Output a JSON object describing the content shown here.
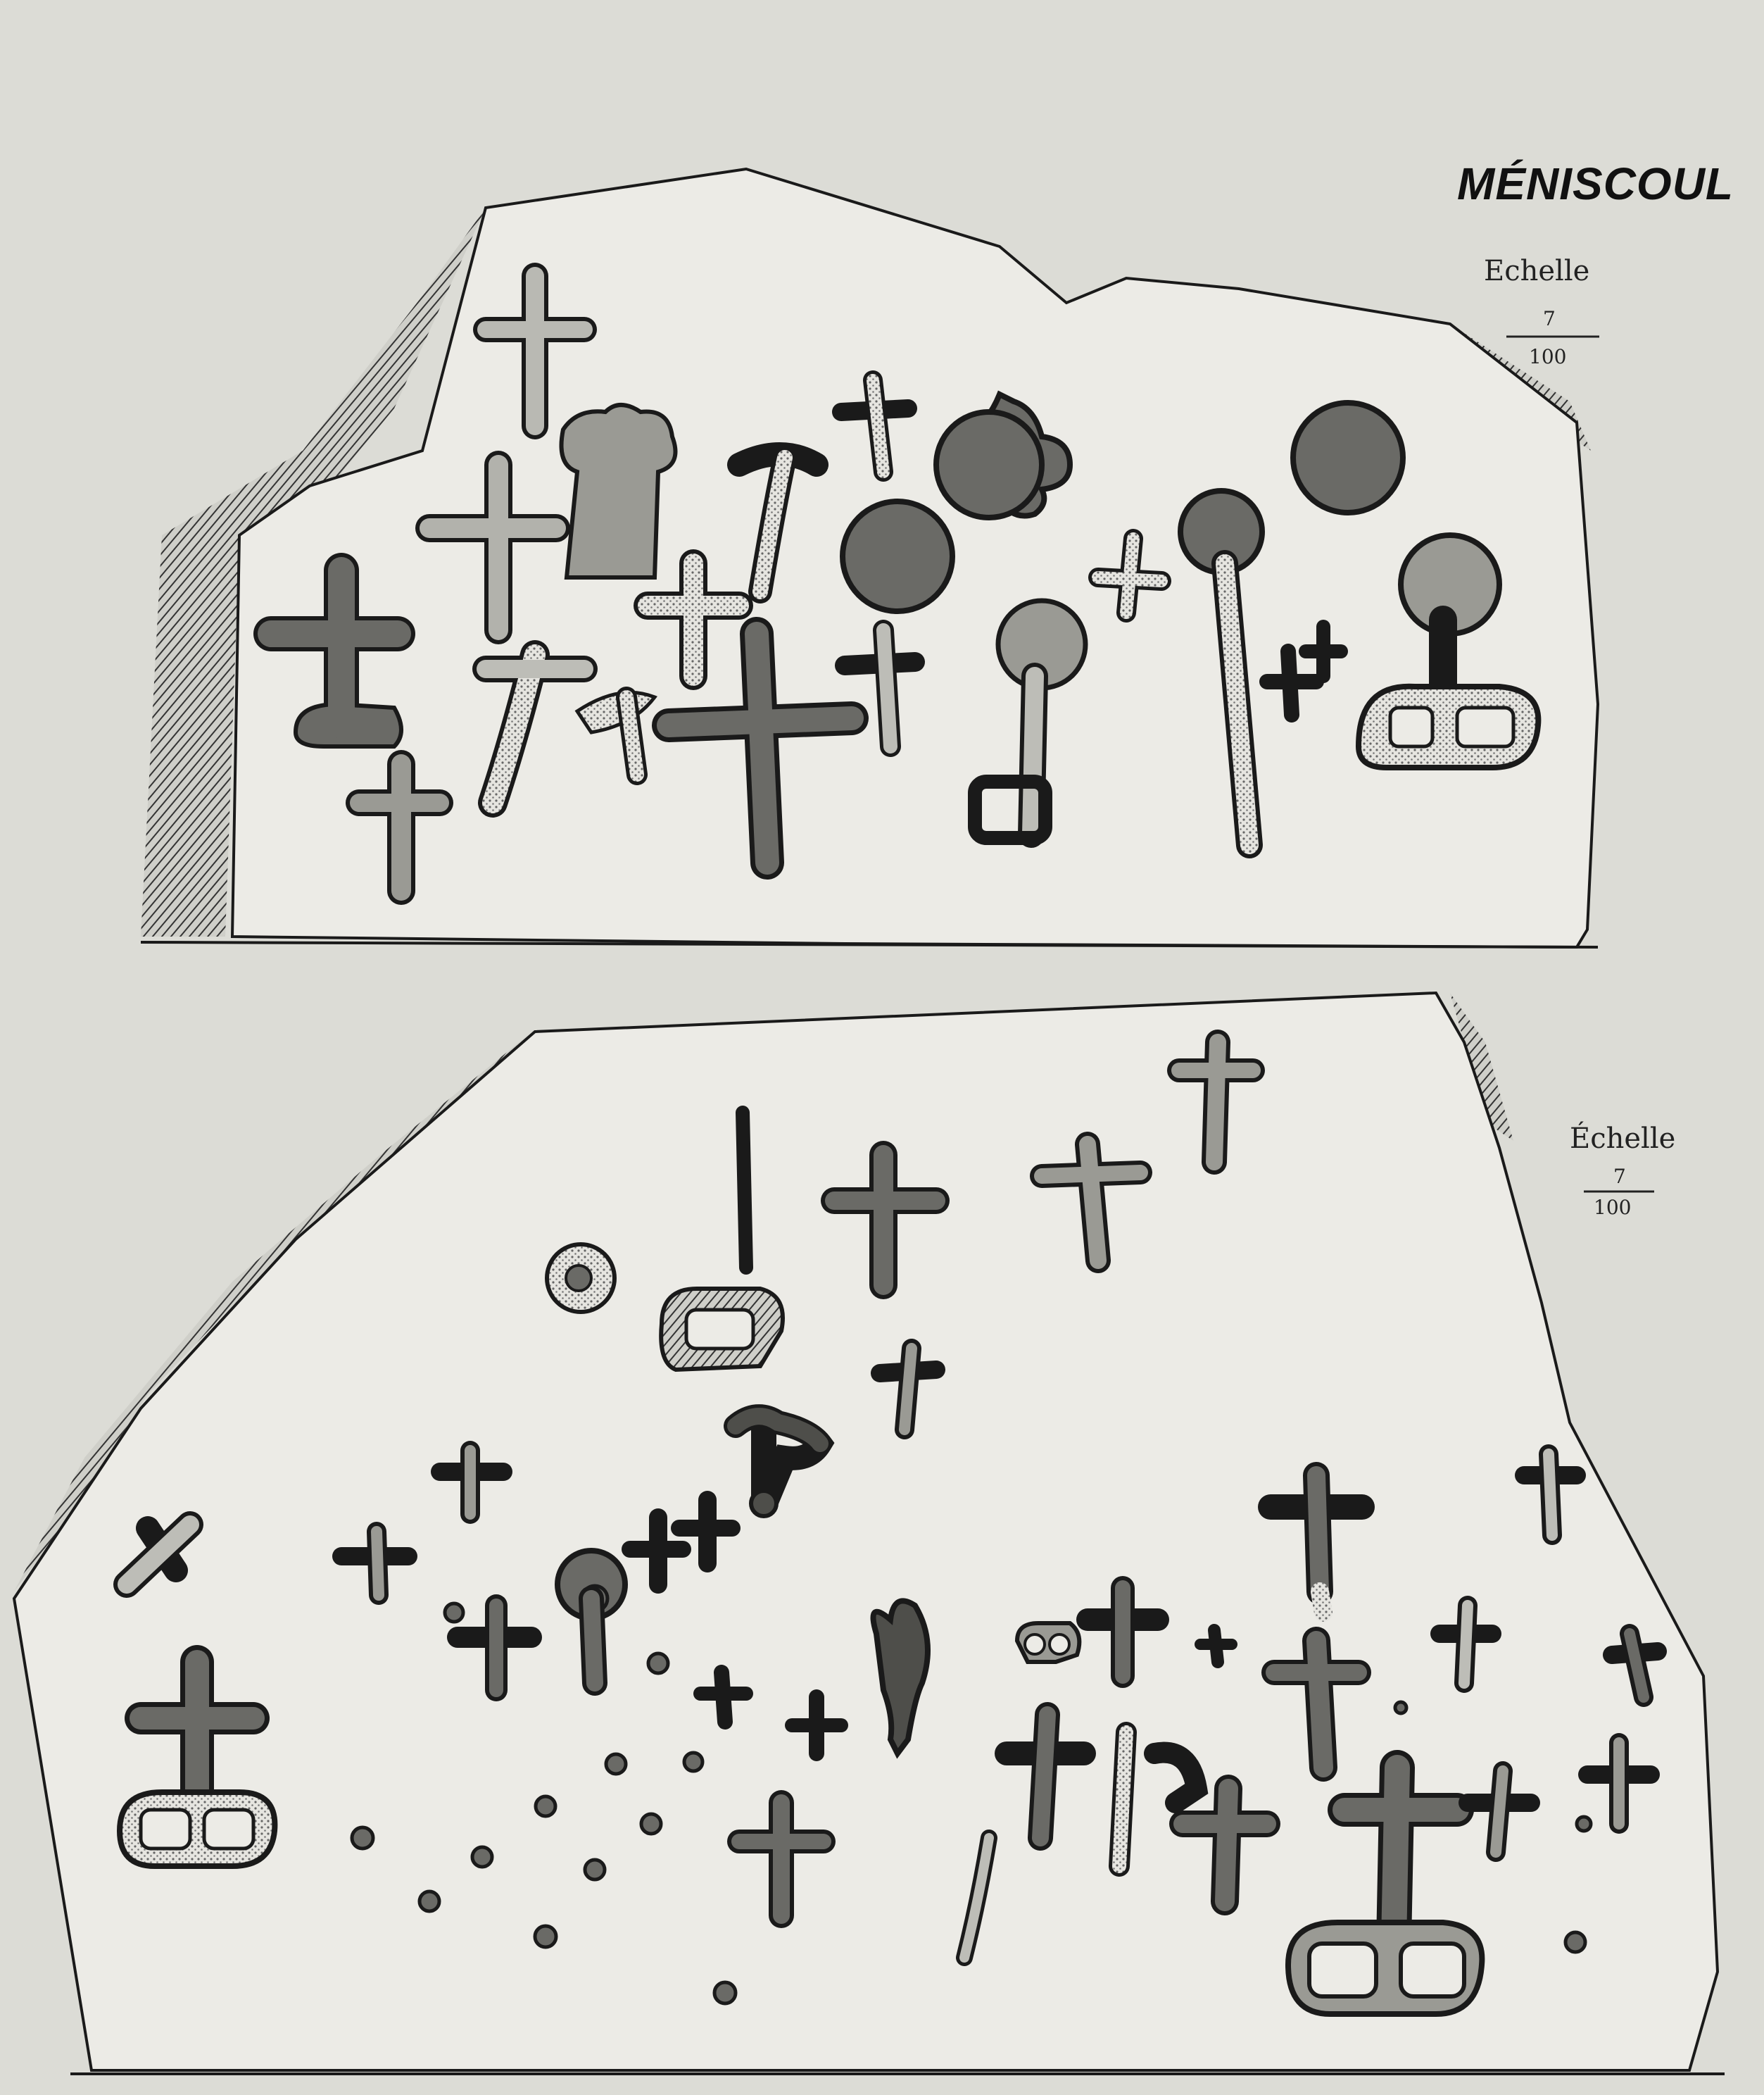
{
  "plate": {
    "title": "MÉNISCOUL"
  },
  "upper_stone": {
    "scale_label": "Echelle",
    "scale_numerator": "7",
    "scale_denominator": "100"
  },
  "lower_stone": {
    "scale_label": "Échelle",
    "scale_numerator": "7",
    "scale_denominator": "100"
  },
  "colors": {
    "paper": "#dcdcd6",
    "stone_face": "#ecebe6",
    "ink": "#1a1a1a",
    "dark_fill": "#6a6a66",
    "mid_fill": "#9a9a94",
    "light_fill": "#bdbdb7"
  }
}
